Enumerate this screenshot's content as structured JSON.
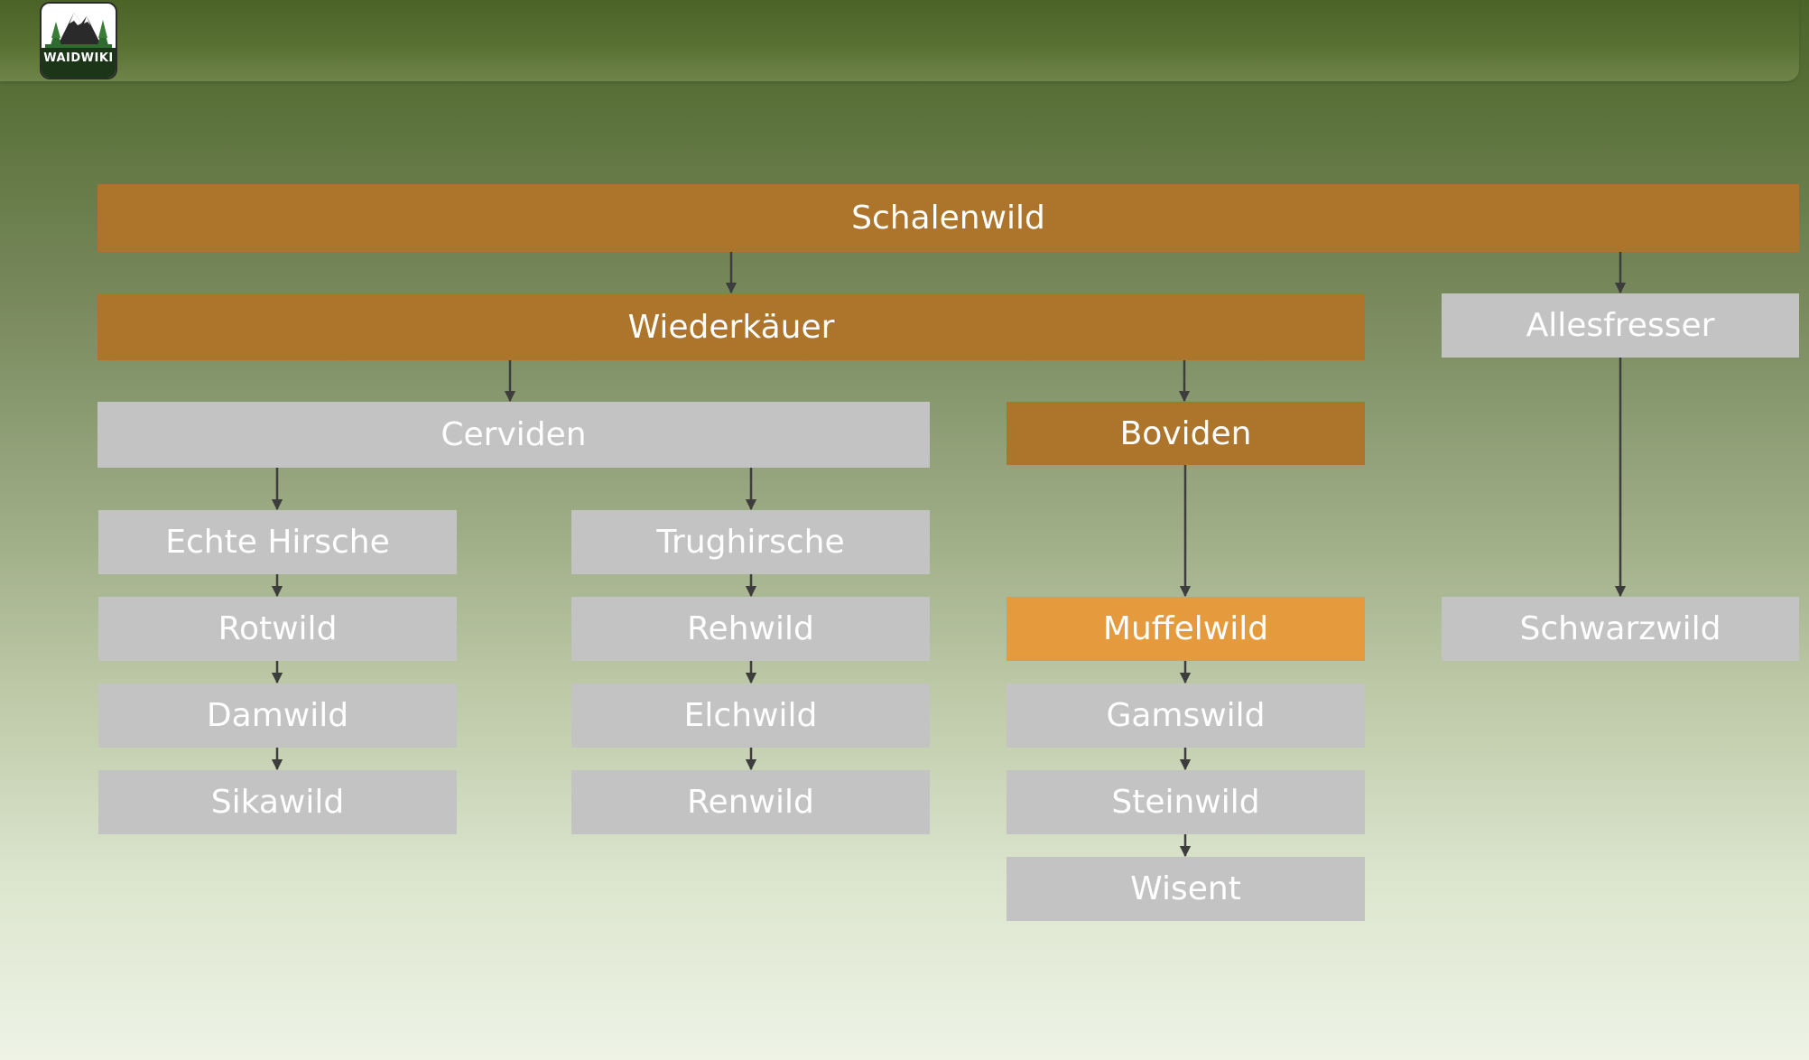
{
  "logo": {
    "text": "WAIDWIKI"
  },
  "colors": {
    "primary_node": "#ad742c",
    "highlight_node": "#e59a3e",
    "neutral_node": "#c3c3c3",
    "connector": "#3d3d3d"
  },
  "nodes": {
    "schalenwild": "Schalenwild",
    "wiederkaeuer": "Wiederkäuer",
    "allesfresser": "Allesfresser",
    "cerviden": "Cerviden",
    "boviden": "Boviden",
    "echte_hirsche": "Echte Hirsche",
    "trughirsche": "Trughirsche",
    "rotwild": "Rotwild",
    "damwild": "Damwild",
    "sikawild": "Sikawild",
    "rehwild": "Rehwild",
    "elchwild": "Elchwild",
    "renwild": "Renwild",
    "muffelwild": "Muffelwild",
    "gamswild": "Gamswild",
    "steinwild": "Steinwild",
    "wisent": "Wisent",
    "schwarzwild": "Schwarzwild"
  }
}
